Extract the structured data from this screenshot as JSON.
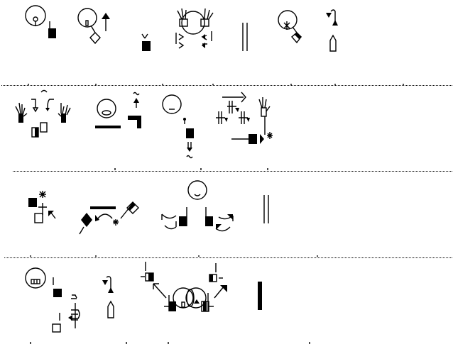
{
  "document": {
    "ink_color": "#000000",
    "background_color": "#ffffff",
    "lines": [
      {
        "signs": [
          "face-sign",
          "head-movement-sign",
          "hand-shape-sign",
          "two-hands-face-sign",
          "double-bar-punctuation",
          "face-touch-sign",
          "movement-arrows-sign"
        ]
      },
      {
        "signs": [
          "two-hands-rotation-sign",
          "mouth-shape-sign",
          "face-movement-sign",
          "hand-movement-sign"
        ]
      },
      {
        "signs": [
          "contact-sign",
          "diamond-arc-sign",
          "smile-two-hands-sign",
          "double-bar-punctuation"
        ]
      },
      {
        "signs": [
          "teeth-face-sign",
          "arrow-hook-sign",
          "two-faces-contact-sign",
          "single-bar-punctuation"
        ]
      }
    ]
  }
}
